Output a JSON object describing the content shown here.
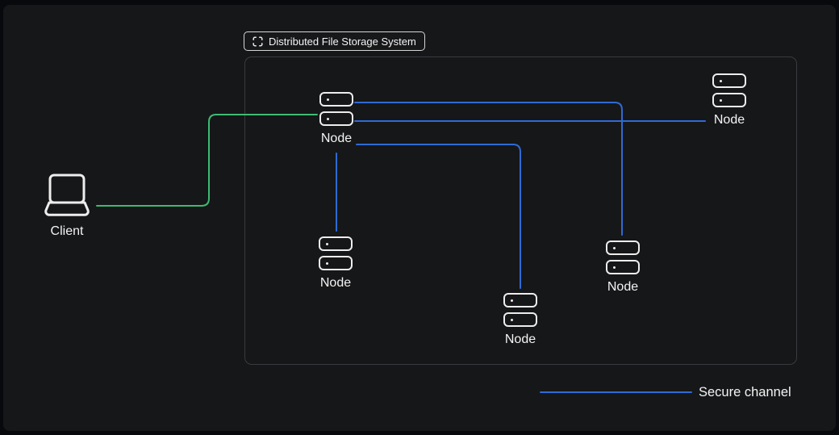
{
  "title_badge": {
    "icon": "frame-icon",
    "label": "Distributed File Storage System"
  },
  "client": {
    "label": "Client",
    "icon": "laptop-icon"
  },
  "nodes": [
    {
      "id": "node-1",
      "label": "Node",
      "icon": "server-icon"
    },
    {
      "id": "node-2",
      "label": "Node",
      "icon": "server-icon"
    },
    {
      "id": "node-3",
      "label": "Node",
      "icon": "server-icon"
    },
    {
      "id": "node-4",
      "label": "Node",
      "icon": "server-icon"
    },
    {
      "id": "node-5",
      "label": "Node",
      "icon": "server-icon"
    }
  ],
  "edges": [
    {
      "from": "client",
      "to": "node-1",
      "type": "client-link"
    },
    {
      "from": "node-1",
      "to": "node-4",
      "type": "secure-channel"
    },
    {
      "from": "node-1",
      "to": "node-5",
      "type": "secure-channel"
    },
    {
      "from": "node-1",
      "to": "node-3",
      "type": "secure-channel"
    },
    {
      "from": "node-1",
      "to": "node-2",
      "type": "secure-channel"
    }
  ],
  "legend": {
    "label": "Secure channel"
  },
  "colors": {
    "secure_channel": "#2f6bd4",
    "client_link": "#3dbb72",
    "node_stroke": "#ededed",
    "text": "#f4f4f4",
    "frame_border": "#3a3b3e",
    "badge_border": "#d6d6d6",
    "canvas_bg": "#161719"
  }
}
